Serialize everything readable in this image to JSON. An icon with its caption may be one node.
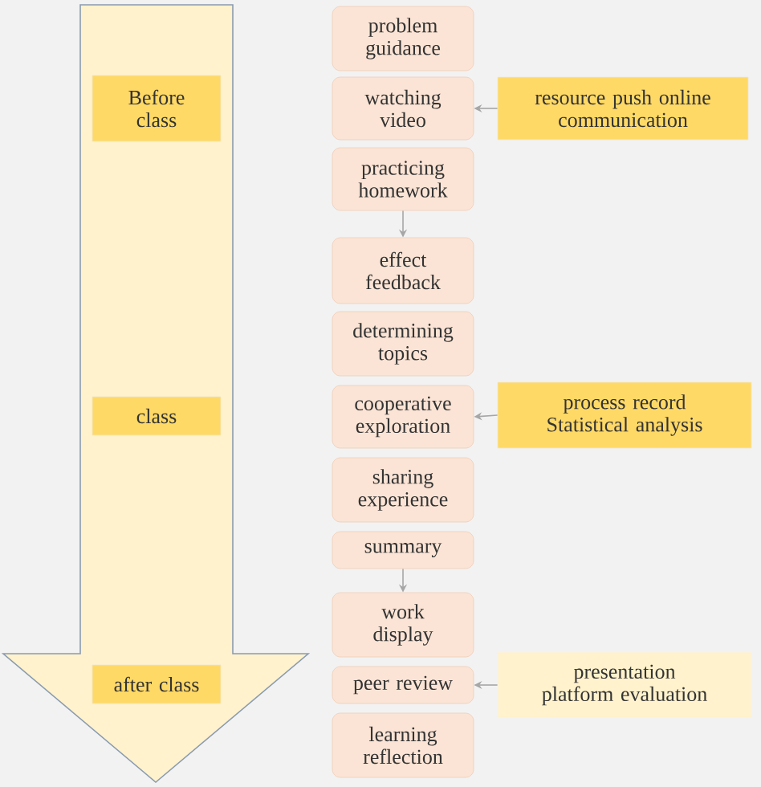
{
  "diagram": {
    "nodes": [
      {
        "text": [],
        "shape": "arrow"
      },
      {
        "text": [
          "Before class"
        ],
        "in": 0
      },
      {
        "text": [
          "class"
        ],
        "in": 0
      },
      {
        "text": [
          "after class"
        ],
        "in": 0
      },
      {
        "text": [
          "problem guidance"
        ]
      },
      {
        "text": [
          "watching video"
        ]
      },
      {
        "text": [
          "practicing homework"
        ]
      },
      {
        "text": [
          "effect feedback"
        ]
      },
      {
        "text": [
          "determining topics"
        ]
      },
      {
        "text": [
          "cooperative exploration"
        ]
      },
      {
        "text": [
          "sharing experience"
        ]
      },
      {
        "text": [
          "summary"
        ]
      },
      {
        "text": [
          "work display"
        ]
      },
      {
        "text": [
          "peer review"
        ]
      },
      {
        "text": [
          "learning reflection"
        ]
      },
      {
        "text": [
          "resource push online communication"
        ]
      },
      {
        "text": [
          "process record Statistical analysis"
        ]
      },
      {
        "text": [
          "presentation platform evaluation"
        ]
      }
    ],
    "edges": [
      {
        "from": 15,
        "to": 5,
        "arrow": "to"
      },
      {
        "from": 6,
        "to": 7,
        "arrow": "to"
      },
      {
        "from": 16,
        "to": 9,
        "arrow": "to"
      },
      {
        "from": 11,
        "to": 12,
        "arrow": "to"
      },
      {
        "from": 17,
        "to": 13,
        "arrow": "to"
      }
    ]
  }
}
